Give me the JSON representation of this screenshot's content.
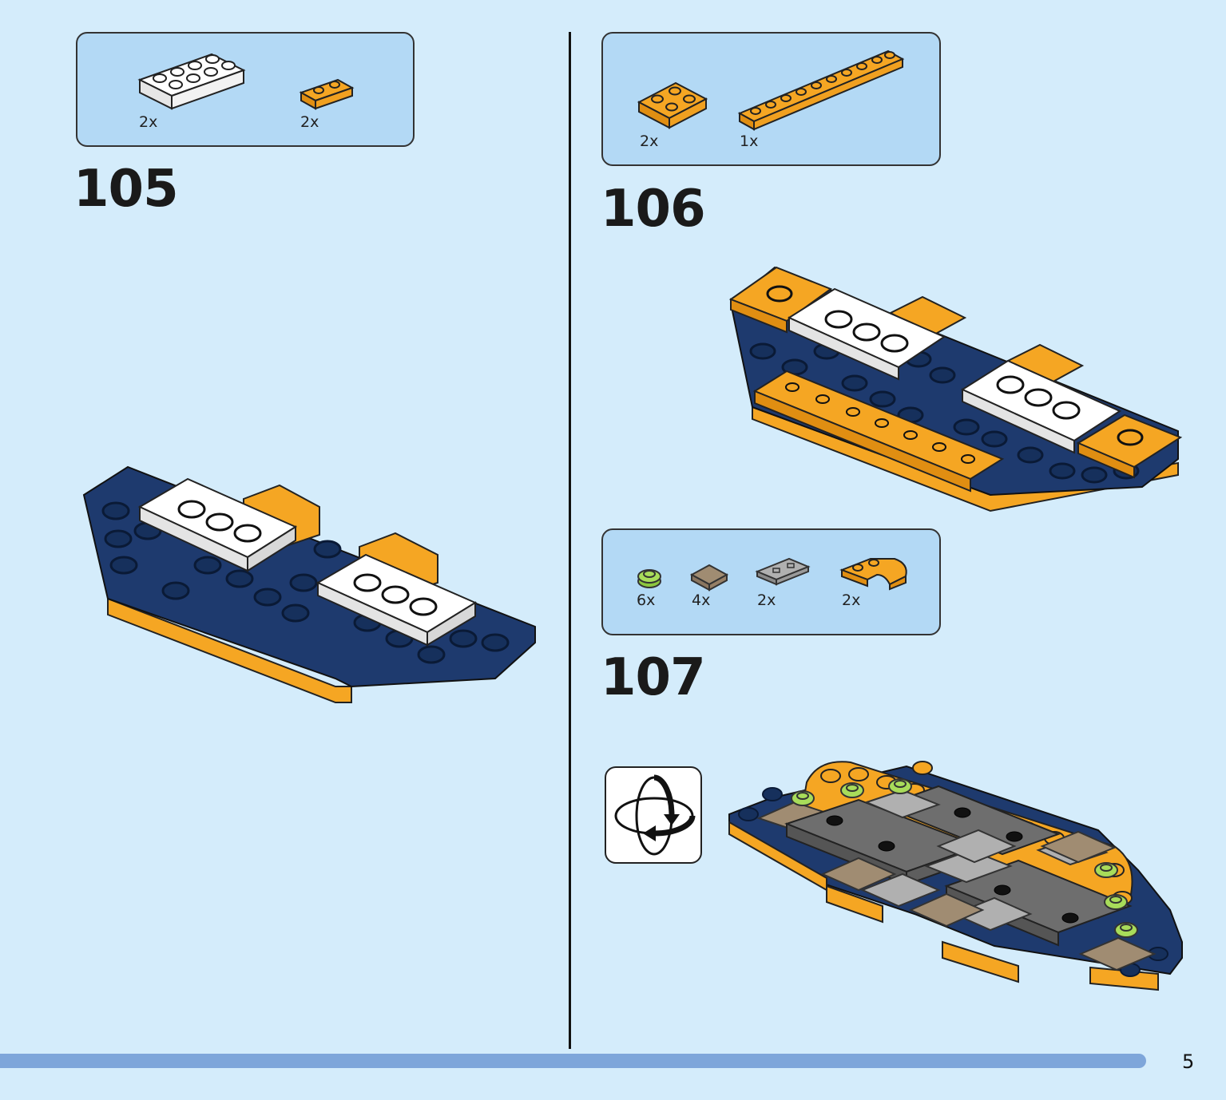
{
  "page_number": "5",
  "steps": [
    {
      "number": "105",
      "parts": [
        {
          "qty": "2x",
          "icon": "white-plate-2x4"
        },
        {
          "qty": "2x",
          "icon": "orange-plate-1x2"
        }
      ]
    },
    {
      "number": "106",
      "parts": [
        {
          "qty": "2x",
          "icon": "orange-plate-2x2"
        },
        {
          "qty": "1x",
          "icon": "orange-plate-1x10"
        }
      ]
    },
    {
      "number": "107",
      "parts": [
        {
          "qty": "6x",
          "icon": "lime-round-plate-1x1"
        },
        {
          "qty": "4x",
          "icon": "tan-tile-1x1"
        },
        {
          "qty": "2x",
          "icon": "gray-tile-1x3"
        },
        {
          "qty": "2x",
          "icon": "orange-curved-plate"
        }
      ]
    }
  ],
  "rotate_icon": "rotate-model-icon",
  "colors": {
    "background": "#d4ecfb",
    "callout": "#b3d9f5",
    "orange": "#f5a623",
    "navy": "#1e3a6e",
    "progress": "#7ea6da"
  }
}
